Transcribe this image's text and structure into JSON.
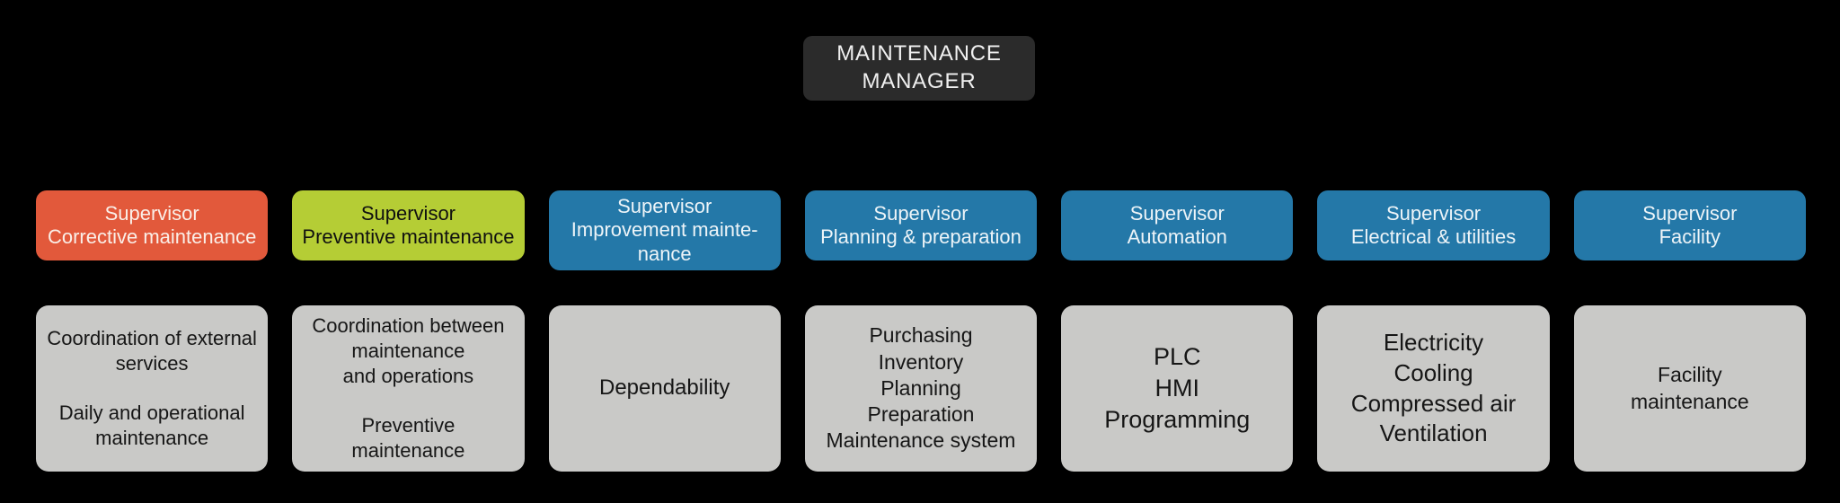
{
  "page": {
    "background": "#000000"
  },
  "manager": {
    "label": "MAINTENANCE\nMANAGER",
    "bg": "#2B2B2B",
    "fg": "#F0F0F0"
  },
  "columns": [
    {
      "id": "corrective-maintenance",
      "supervisor": "Supervisor\nCorrective maintenance",
      "supervisor_bg": "#E2593B",
      "supervisor_fg": "#FAEFE8",
      "details": "Coordination of external\nservices\n\nDaily and operational\nmaintenance",
      "details_bg": "#C9C9C7",
      "details_fg": "#161616"
    },
    {
      "id": "preventive-maintenance",
      "supervisor": "Supervisor\nPreventive maintenance",
      "supervisor_bg": "#B5CD35",
      "supervisor_fg": "#101010",
      "details": "Coordination between\nmaintenance\nand operations\n\nPreventive\nmaintenance",
      "details_bg": "#C9C9C7",
      "details_fg": "#161616"
    },
    {
      "id": "improvement-maintenance",
      "supervisor": "Supervisor\nImprovement mainte-\nnance",
      "supervisor_bg": "#2478A8",
      "supervisor_fg": "#EDF4F8",
      "details": "Dependability",
      "details_bg": "#C9C9C7",
      "details_fg": "#161616"
    },
    {
      "id": "planning-preparation",
      "supervisor": "Supervisor\nPlanning & preparation",
      "supervisor_bg": "#2478A8",
      "supervisor_fg": "#EDF4F8",
      "details": "Purchasing\nInventory\nPlanning\nPreparation\nMaintenance system",
      "details_bg": "#C9C9C7",
      "details_fg": "#161616"
    },
    {
      "id": "automation",
      "supervisor": "Supervisor\nAutomation",
      "supervisor_bg": "#2478A8",
      "supervisor_fg": "#EDF4F8",
      "details": "PLC\nHMI\nProgramming",
      "details_bg": "#C9C9C7",
      "details_fg": "#161616"
    },
    {
      "id": "electrical-utilities",
      "supervisor": "Supervisor\nElectrical & utilities",
      "supervisor_bg": "#2478A8",
      "supervisor_fg": "#EDF4F8",
      "details": "Electricity\nCooling\nCompressed air\nVentilation",
      "details_bg": "#C9C9C7",
      "details_fg": "#161616"
    },
    {
      "id": "facility",
      "supervisor": "Supervisor\nFacility",
      "supervisor_bg": "#2478A8",
      "supervisor_fg": "#EDF4F8",
      "details": "Facility\nmaintenance",
      "details_bg": "#C9C9C7",
      "details_fg": "#161616"
    }
  ]
}
